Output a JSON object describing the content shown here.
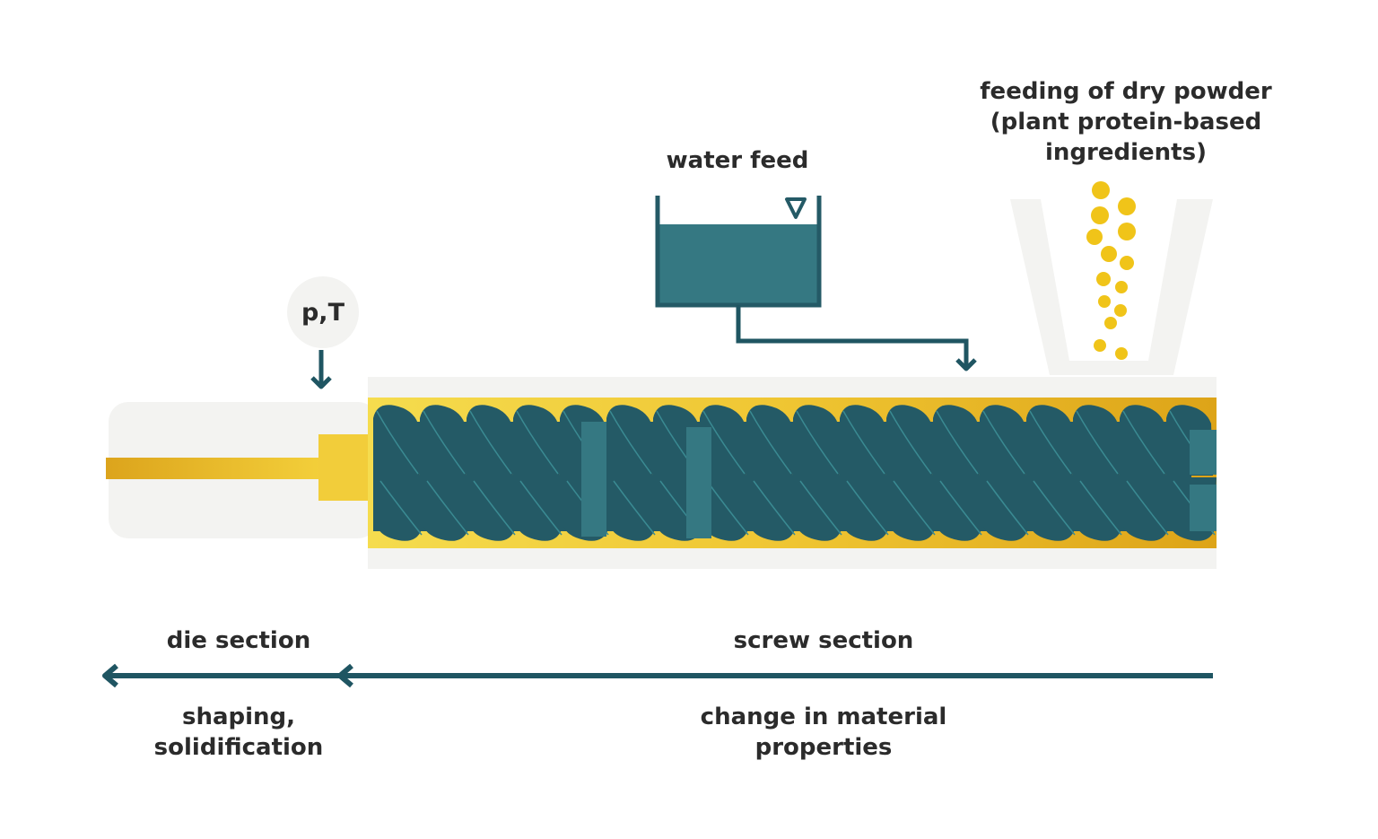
{
  "labels": {
    "feeding_line1": "feeding of dry powder",
    "feeding_line2": "(plant protein-based",
    "feeding_line3": "ingredients)",
    "water_feed": "water feed",
    "pressure_temperature": "p,T",
    "die_section": "die section",
    "screw_section": "screw section",
    "die_function_line1": "shaping,",
    "die_function_line2": "solidification",
    "screw_function_line1": "change in material",
    "screw_function_line2": "properties"
  },
  "colors": {
    "screw_teal": "#245a66",
    "water_teal": "#357882",
    "melt_yellow": "#e8b320",
    "powder_yellow": "#f0c419",
    "housing_grey": "#f3f3f1",
    "arrow_teal": "#1f5562",
    "text": "#2b2b2b"
  }
}
